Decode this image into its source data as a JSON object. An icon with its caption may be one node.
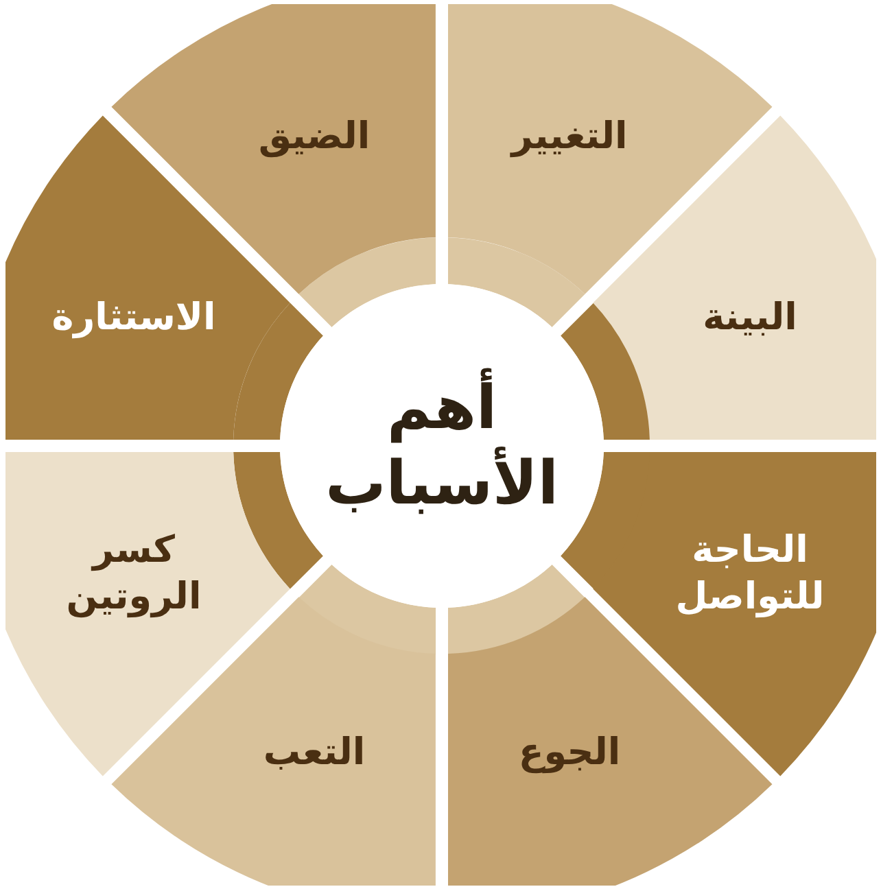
{
  "diagram": {
    "nodes": [
      {
        "text": [
          "أهم الأسباب"
        ]
      },
      {
        "text": [
          "التغيير"
        ]
      },
      {
        "text": [
          "البينة"
        ]
      },
      {
        "text": [
          "الحاجة للتواصل"
        ]
      },
      {
        "text": [
          "الجوع"
        ]
      },
      {
        "text": [
          "التعب"
        ]
      },
      {
        "text": [
          "كسر الروتين"
        ]
      },
      {
        "text": [
          "الاستثارة"
        ]
      },
      {
        "text": [
          "الضيق"
        ]
      }
    ],
    "edges": []
  }
}
